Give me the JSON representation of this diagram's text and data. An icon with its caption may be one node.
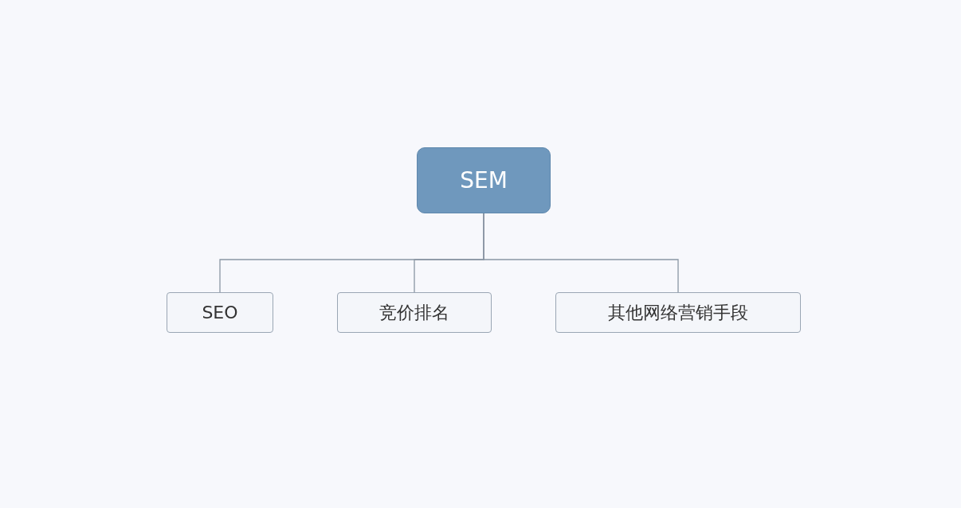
{
  "diagram": {
    "nodes": [
      {
        "text": [
          "SEM"
        ]
      },
      {
        "text": [
          "SEO"
        ]
      },
      {
        "text": [
          "竞价排名"
        ]
      },
      {
        "text": [
          "其他网络营销手段"
        ]
      }
    ],
    "edges": [
      {
        "from": 0,
        "to": 1,
        "arrow": "none"
      },
      {
        "from": 0,
        "to": 2,
        "arrow": "none"
      },
      {
        "from": 0,
        "to": 3,
        "arrow": "none"
      }
    ]
  }
}
